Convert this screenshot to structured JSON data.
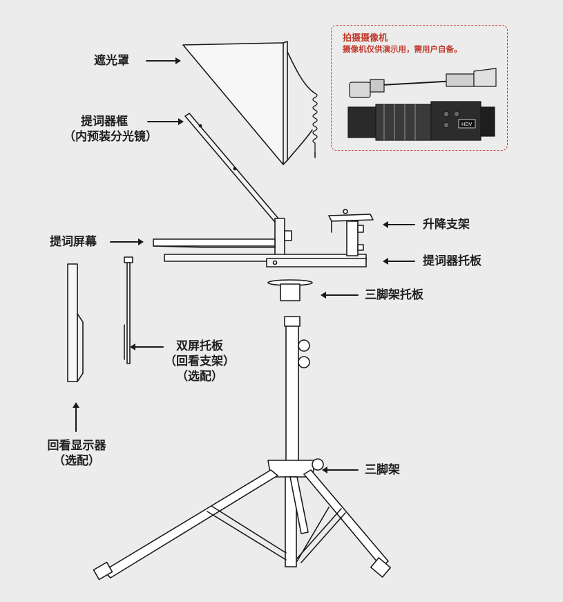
{
  "labels": {
    "hood": "遮光罩",
    "frame_line1": "提词器框",
    "frame_line2": "（内预装分光镜）",
    "screen": "提词屏幕",
    "lift_bracket": "升降支架",
    "plate": "提词器托板",
    "tripod_plate": "三脚架托板",
    "dual_plate_line1": "双屏托板",
    "dual_plate_line2": "（回看支架）",
    "dual_plate_line3": "（选配）",
    "monitor_line1": "回看显示器",
    "monitor_line2": "（选配）",
    "tripod": "三脚架"
  },
  "camera_note": {
    "title": "拍摄摄像机",
    "text": "摄像机仅供演示用，需用户自备。",
    "badge": "HDV"
  },
  "colors": {
    "background": "#ececec",
    "accent_red": "#c0392b",
    "line": "#1a1a1a"
  }
}
